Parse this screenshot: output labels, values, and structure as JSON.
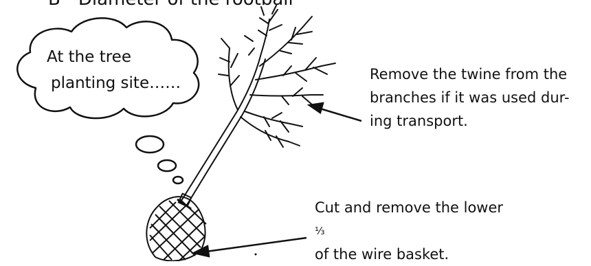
{
  "header_cut": {
    "letter": "B",
    "text": "Diameter of the rootball"
  },
  "thought_cloud": {
    "line1": "At the tree",
    "line2": "planting site……"
  },
  "note_branches": {
    "line1": "Remove the twine from the",
    "line2": "branches if it was used dur-",
    "line3": "ing transport."
  },
  "note_basket": {
    "line1_text": "Cut and remove the lower",
    "line1_fraction": "⅓",
    "line2": "of the wire basket."
  }
}
